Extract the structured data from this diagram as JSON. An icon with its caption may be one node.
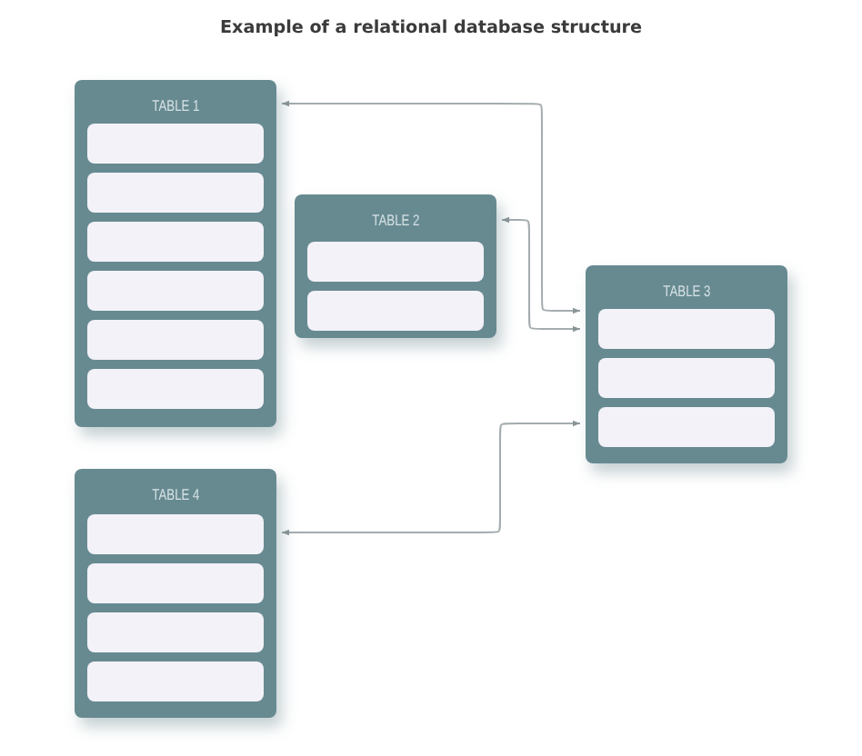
{
  "diagram": {
    "title": "Example of a relational database structure",
    "nodes": [
      {
        "text": [
          "TABLE 1"
        ]
      },
      {
        "text": [],
        "shape": "box",
        "in": 0
      },
      {
        "text": [],
        "shape": "box",
        "in": 0
      },
      {
        "text": [],
        "shape": "box",
        "in": 0
      },
      {
        "text": [],
        "shape": "box",
        "in": 0
      },
      {
        "text": [],
        "shape": "box",
        "in": 0
      },
      {
        "text": [],
        "shape": "box",
        "in": 0
      },
      {
        "text": [
          "TABLE 2"
        ]
      },
      {
        "text": [],
        "shape": "box",
        "in": 7
      },
      {
        "text": [],
        "shape": "box",
        "in": 7
      },
      {
        "text": [
          "TABLE 3"
        ]
      },
      {
        "text": [],
        "shape": "box",
        "in": 10
      },
      {
        "text": [],
        "shape": "box",
        "in": 10
      },
      {
        "text": [],
        "shape": "box",
        "in": 10
      },
      {
        "text": [
          "TABLE 4"
        ]
      },
      {
        "text": [],
        "shape": "box",
        "in": 14
      },
      {
        "text": [],
        "shape": "box",
        "in": 14
      },
      {
        "text": [],
        "shape": "box",
        "in": 14
      },
      {
        "text": [],
        "shape": "box",
        "in": 14
      }
    ],
    "edges": [
      {
        "from": 0,
        "to": 10,
        "arrow": "both"
      },
      {
        "from": 7,
        "to": 10,
        "arrow": "both"
      },
      {
        "from": 14,
        "to": 10,
        "arrow": "both"
      }
    ]
  }
}
